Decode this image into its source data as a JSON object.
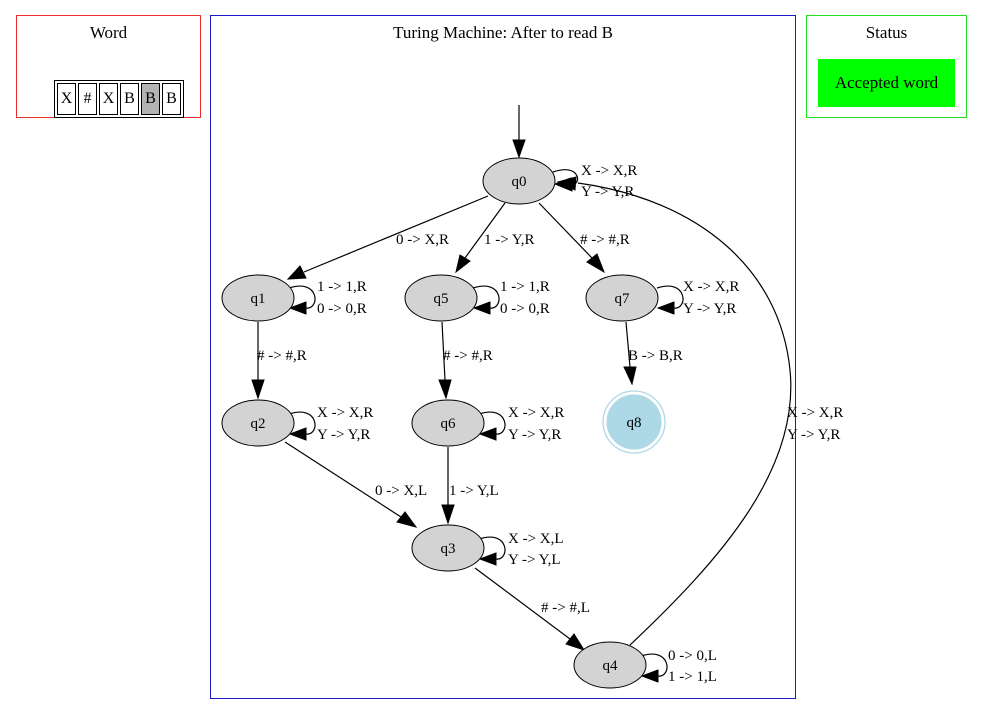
{
  "word_panel": {
    "title": "Word",
    "tape": [
      {
        "symbol": "X",
        "head": false
      },
      {
        "symbol": "#",
        "head": false
      },
      {
        "symbol": "X",
        "head": false
      },
      {
        "symbol": "B",
        "head": false
      },
      {
        "symbol": "B",
        "head": true
      },
      {
        "symbol": "B",
        "head": false
      }
    ],
    "border_color": "#e8312a",
    "head_cell_color": "#b3b3b3"
  },
  "machine_panel": {
    "title": "Turing Machine: After to read B",
    "border_color": "#1a1acc",
    "state_fill": "#d3d3d3",
    "final_state_color": "#add8e6",
    "states": [
      "q0",
      "q1",
      "q2",
      "q3",
      "q4",
      "q5",
      "q6",
      "q7",
      "q8"
    ],
    "start_state": "q0",
    "final_state": "q8",
    "transitions": [
      {
        "from": "q0",
        "to": "q0",
        "lines": [
          "X -> X,R",
          "Y -> Y,R"
        ]
      },
      {
        "from": "q0",
        "to": "q1",
        "lines": [
          "0 -> X,R"
        ]
      },
      {
        "from": "q0",
        "to": "q5",
        "lines": [
          "1 -> Y,R"
        ]
      },
      {
        "from": "q0",
        "to": "q7",
        "lines": [
          "# -> #,R"
        ]
      },
      {
        "from": "q1",
        "to": "q1",
        "lines": [
          "1 -> 1,R",
          "0 -> 0,R"
        ]
      },
      {
        "from": "q1",
        "to": "q2",
        "lines": [
          "# -> #,R"
        ]
      },
      {
        "from": "q5",
        "to": "q5",
        "lines": [
          "1 -> 1,R",
          "0 -> 0,R"
        ]
      },
      {
        "from": "q5",
        "to": "q6",
        "lines": [
          "# -> #,R"
        ]
      },
      {
        "from": "q7",
        "to": "q7",
        "lines": [
          "X -> X,R",
          "Y -> Y,R"
        ]
      },
      {
        "from": "q7",
        "to": "q8",
        "lines": [
          "B -> B,R"
        ]
      },
      {
        "from": "q2",
        "to": "q2",
        "lines": [
          "X -> X,R",
          "Y -> Y,R"
        ]
      },
      {
        "from": "q6",
        "to": "q6",
        "lines": [
          "X -> X,R",
          "Y -> Y,R"
        ]
      },
      {
        "from": "q2",
        "to": "q3",
        "lines": [
          "0 -> X,L"
        ]
      },
      {
        "from": "q6",
        "to": "q3",
        "lines": [
          "1 -> Y,L"
        ]
      },
      {
        "from": "q3",
        "to": "q3",
        "lines": [
          "X -> X,L",
          "Y -> Y,L"
        ]
      },
      {
        "from": "q3",
        "to": "q4",
        "lines": [
          "# -> #,L"
        ]
      },
      {
        "from": "q4",
        "to": "q4",
        "lines": [
          "0 -> 0,L",
          "1 -> 1,L"
        ]
      },
      {
        "from": "q4",
        "to": "q0",
        "lines": [
          "X -> X,R",
          "Y -> Y,R"
        ]
      }
    ]
  },
  "status_panel": {
    "title": "Status",
    "message": "Accepted word",
    "border_color": "#22dd22",
    "message_background": "#00ff00"
  }
}
